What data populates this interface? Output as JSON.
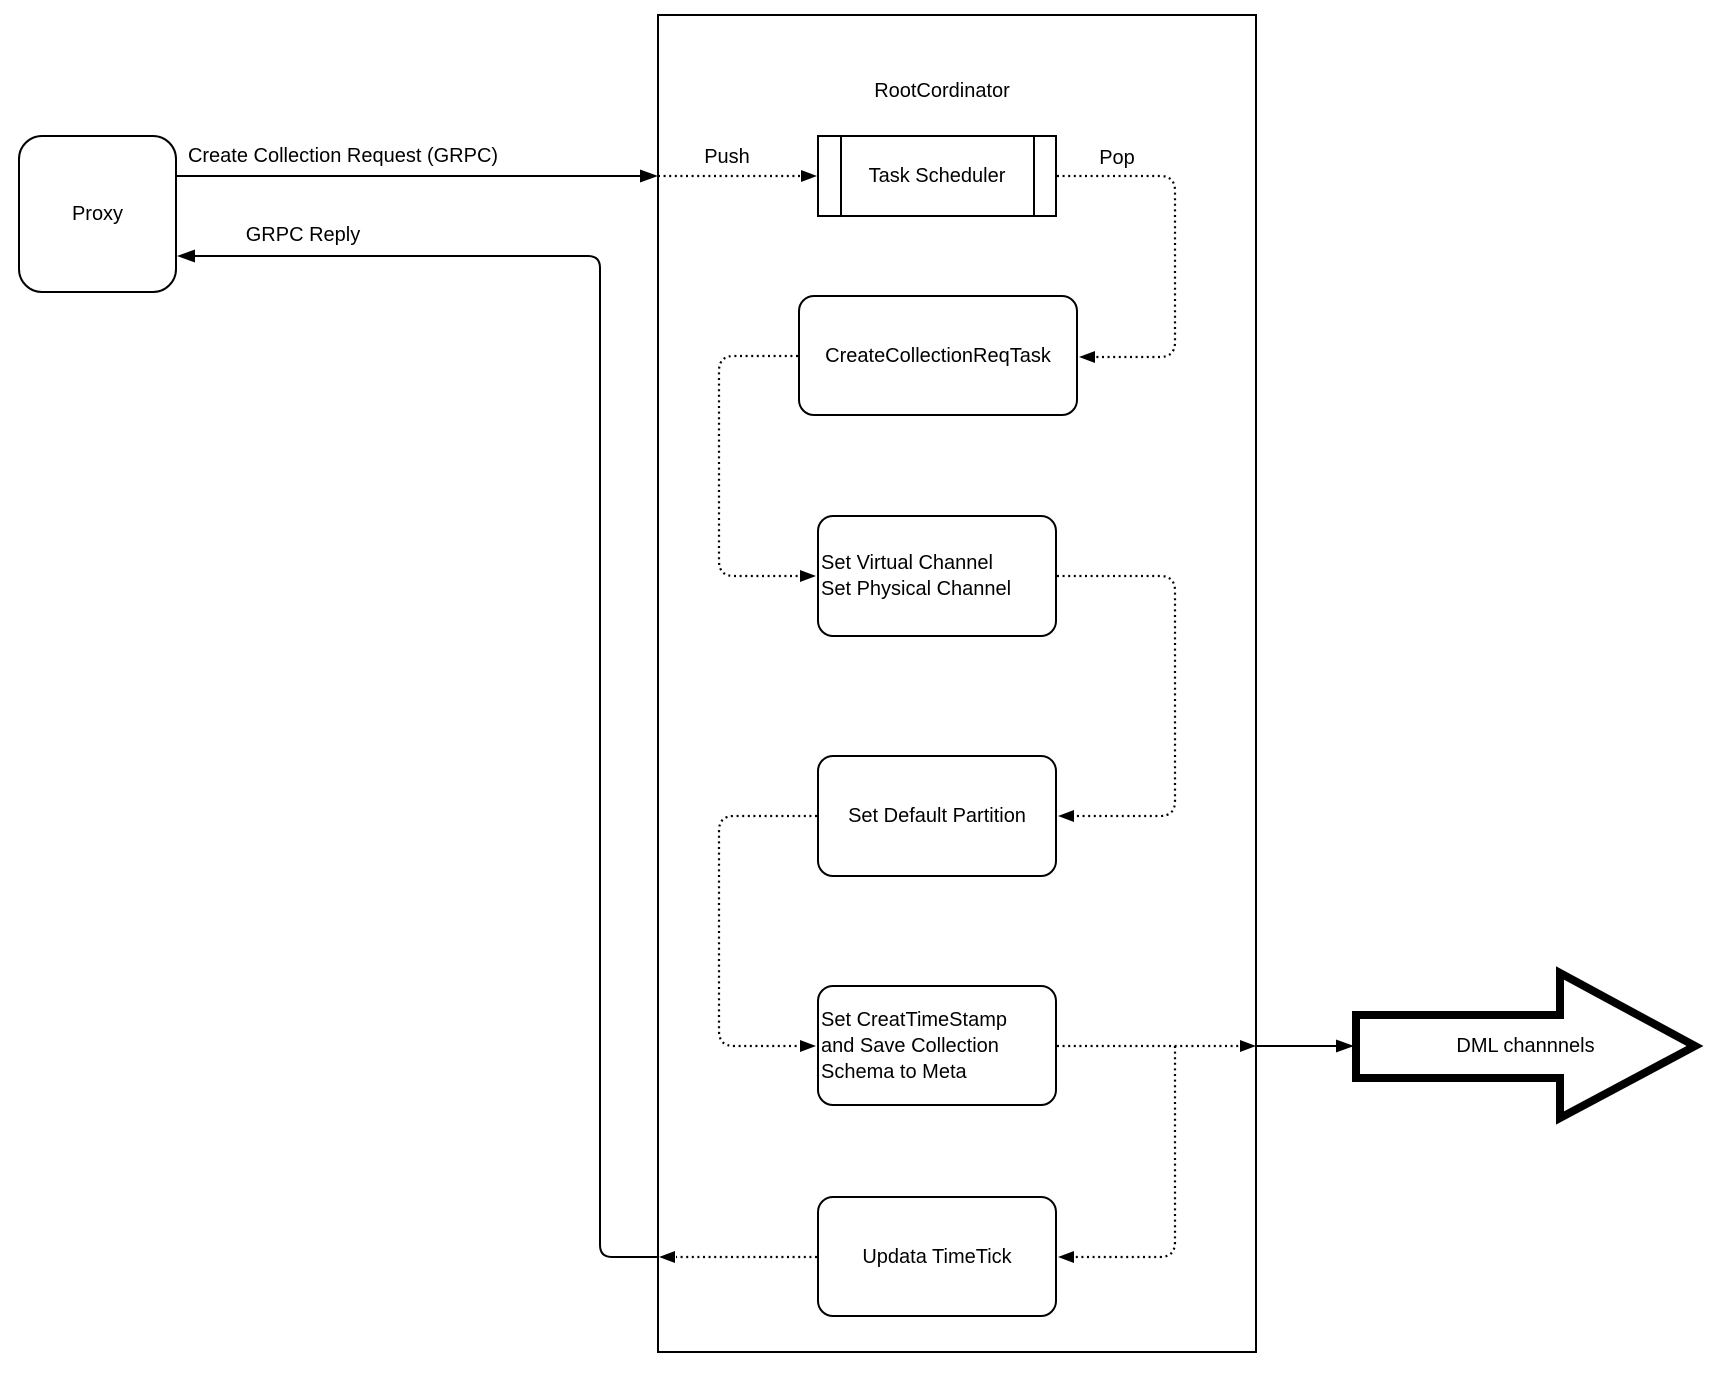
{
  "diagram": {
    "proxy": {
      "label": "Proxy"
    },
    "root_coordinator": {
      "title": "RootCordinator",
      "task_scheduler": "Task Scheduler",
      "create_collection_req_task": "CreateCollectionReqTask",
      "set_virtual_channel": "Set Virtual Channel\nSet Physical Channel",
      "set_default_partition": "Set Default Partition",
      "set_creat_timestamp": "Set CreatTimeStamp\nand Save Collection\nSchema to Meta",
      "updata_timetick": "Updata TimeTick"
    },
    "edges": {
      "create_collection_request": "Create Collection Request (GRPC)",
      "grpc_reply": "GRPC Reply",
      "push": "Push",
      "pop": "Pop"
    },
    "dml_channels": {
      "label": "DML channnels"
    },
    "colors": {
      "stroke": "#000000",
      "background": "#ffffff"
    }
  }
}
